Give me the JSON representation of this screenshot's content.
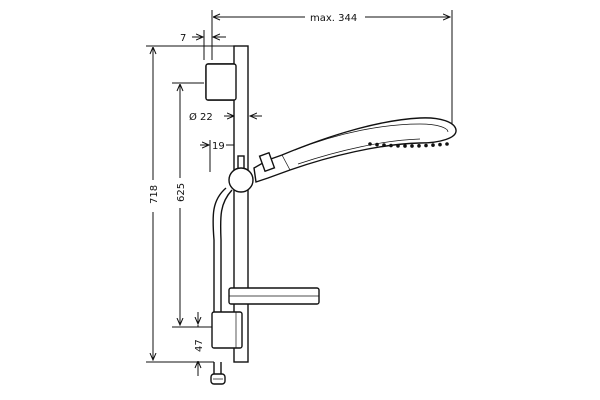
{
  "dimensions": {
    "max_width": "max. 344",
    "offset_top": "7",
    "diameter": "Ø 22",
    "offset_19": "19",
    "height_718": "718",
    "height_625": "625",
    "height_47": "47"
  }
}
